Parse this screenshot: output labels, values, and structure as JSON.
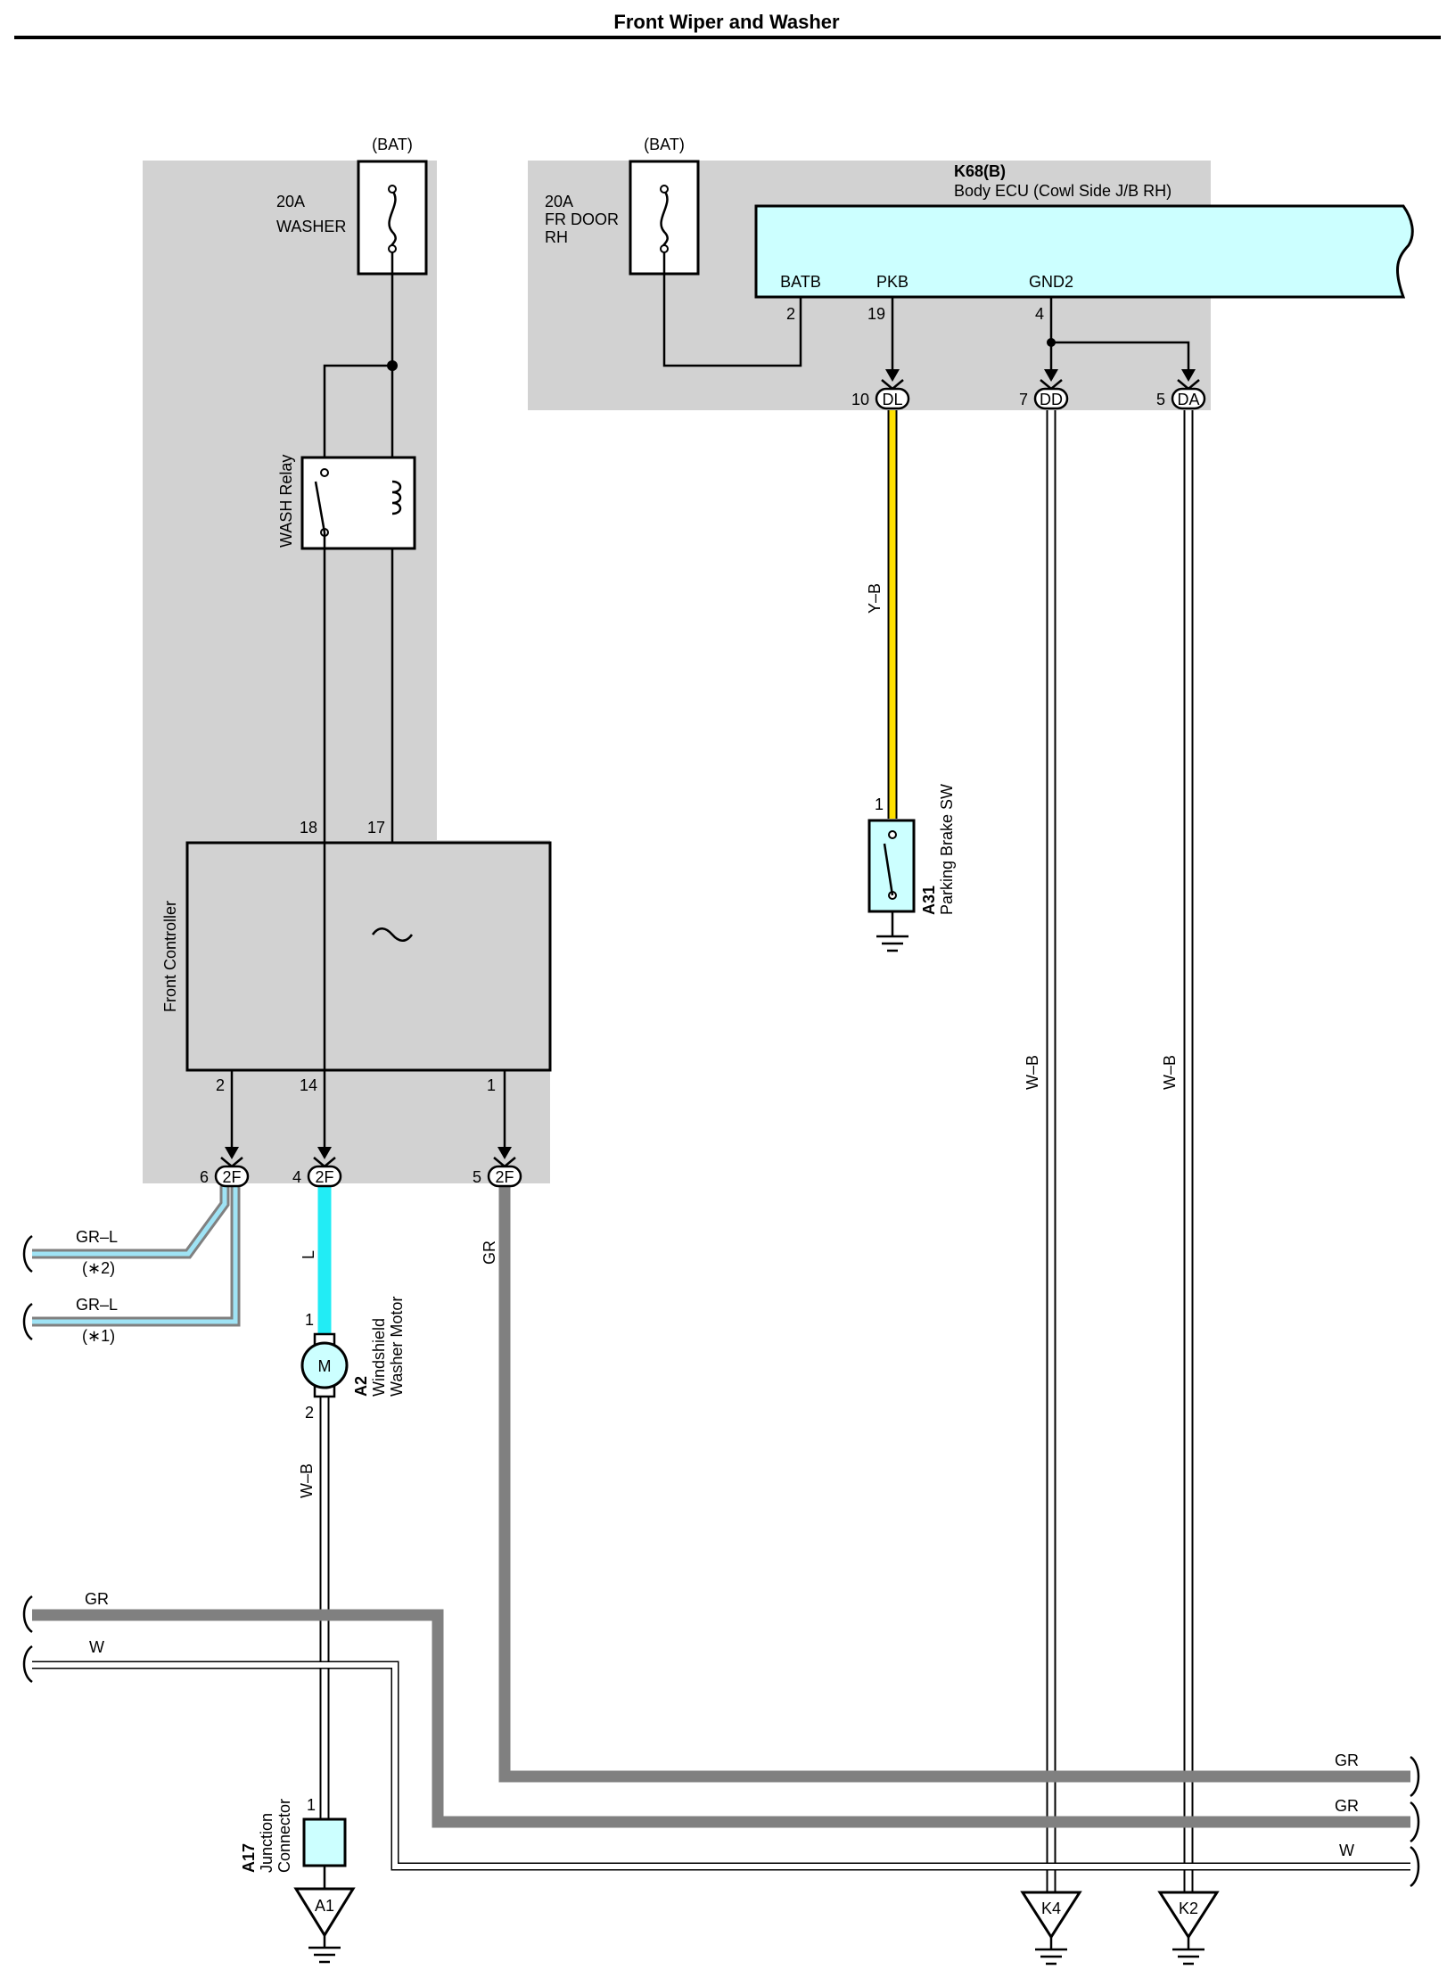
{
  "title": "Front Wiper and Washer",
  "colors": {
    "jb_fill": "#d2d2d2",
    "ecu_fill": "#ccffff",
    "wire_yellow": "#ffe000",
    "wire_cyan": "#22ecf5",
    "wire_gray": "#808080",
    "wire_light_blue": "#9fe3f5",
    "wire_white": "#ffffff"
  },
  "fuses": {
    "washer": {
      "source": "(BAT)",
      "amps": "20A",
      "name": "WASHER"
    },
    "fr_door": {
      "source": "(BAT)",
      "amps": "20A",
      "name_line1": "FR DOOR",
      "name_line2": "RH"
    }
  },
  "wash_relay": {
    "label": "WASH Relay"
  },
  "front_controller": {
    "label": "Front Controller",
    "pins": {
      "p18": "18",
      "p17": "17",
      "p2": "2",
      "p14": "14",
      "p1": "1"
    }
  },
  "body_ecu": {
    "code": "K68(B)",
    "name": "Body ECU (Cowl Side J/B RH)",
    "pins": {
      "batb": {
        "name": "BATB",
        "num": "2"
      },
      "pkb": {
        "name": "PKB",
        "num": "19"
      },
      "gnd2": {
        "name": "GND2",
        "num": "4"
      }
    }
  },
  "connectors": {
    "dl": {
      "pin": "10",
      "code": "DL"
    },
    "dd": {
      "pin": "7",
      "code": "DD"
    },
    "da": {
      "pin": "5",
      "code": "DA"
    },
    "c2f_6": {
      "pin": "6",
      "code": "2F"
    },
    "c2f_4": {
      "pin": "4",
      "code": "2F"
    },
    "c2f_5": {
      "pin": "5",
      "code": "2F"
    }
  },
  "wires": {
    "yb": "Y–B",
    "wb_dd": "W–B",
    "wb_da": "W–B",
    "grl_2": "GR–L",
    "grl_2_note": "(∗2)",
    "grl_1": "GR–L",
    "grl_1_note": "(∗1)",
    "l": "L",
    "gr_2f5": "GR",
    "wb_motor": "W–B",
    "gr_left": "GR",
    "w_left": "W",
    "gr_right_top": "GR",
    "gr_right_mid": "GR",
    "w_right": "W"
  },
  "parking_brake_sw": {
    "code": "A31",
    "name": "Parking Brake SW",
    "pin": "1"
  },
  "washer_motor": {
    "code": "A2",
    "name_line1": "Windshield",
    "name_line2": "Washer Motor",
    "symbol": "M",
    "pin1": "1",
    "pin2": "2"
  },
  "junction": {
    "code": "A17",
    "name_line1": "Junction",
    "name_line2": "Connector",
    "pin": "1"
  },
  "grounds": {
    "a1": "A1",
    "k4": "K4",
    "k2": "K2"
  }
}
